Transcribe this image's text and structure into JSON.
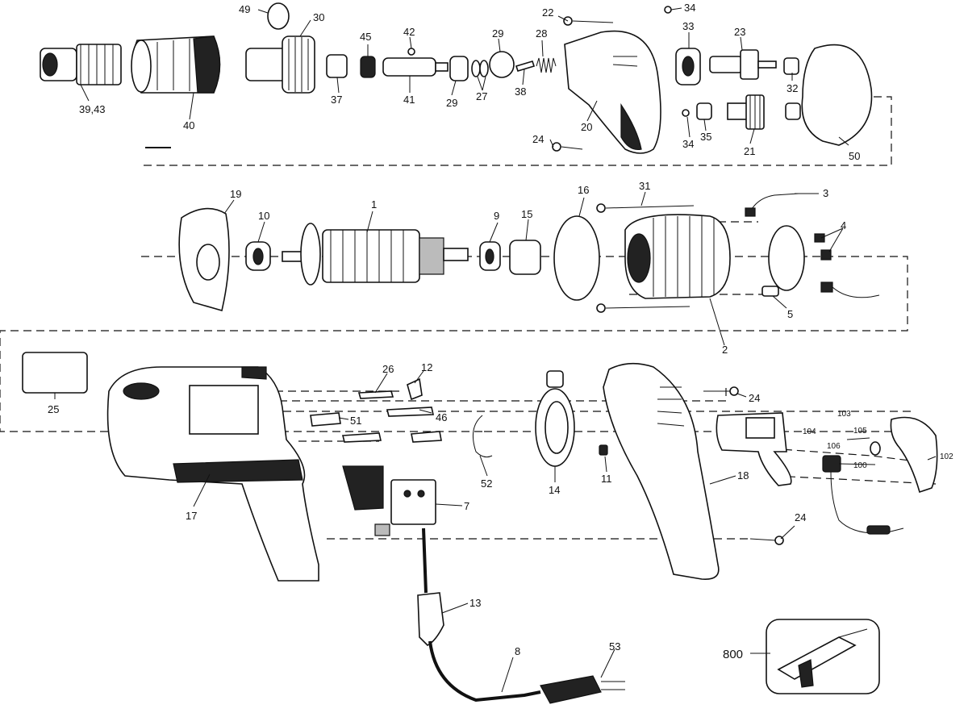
{
  "callouts": {
    "c1": "1",
    "c2": "2",
    "c3": "3",
    "c4": "4",
    "c5": "5",
    "c7": "7",
    "c8": "8",
    "c9": "9",
    "c10": "10",
    "c11": "11",
    "c12": "12",
    "c13": "13",
    "c14": "14",
    "c15": "15",
    "c16": "16",
    "c17": "17",
    "c18": "18",
    "c19": "19",
    "c20": "20",
    "c21": "21",
    "c22": "22",
    "c23": "23",
    "c24a": "24",
    "c24b": "24",
    "c24c": "24",
    "c25": "25",
    "c26": "26",
    "c27": "27",
    "c28": "28",
    "c29a": "29",
    "c29b": "29",
    "c30": "30",
    "c31": "31",
    "c32": "32",
    "c33": "33",
    "c34a": "34",
    "c34b": "34",
    "c35": "35",
    "c37": "37",
    "c38": "38",
    "c3943": "39,43",
    "c40": "40",
    "c41": "41",
    "c42": "42",
    "c45": "45",
    "c46": "46",
    "c49": "49",
    "c50": "50",
    "c51": "51",
    "c52": "52",
    "c53": "53",
    "c100": "100",
    "c102": "102",
    "c103": "103",
    "c104": "104",
    "c105": "105",
    "c106": "106",
    "c800": "800"
  }
}
